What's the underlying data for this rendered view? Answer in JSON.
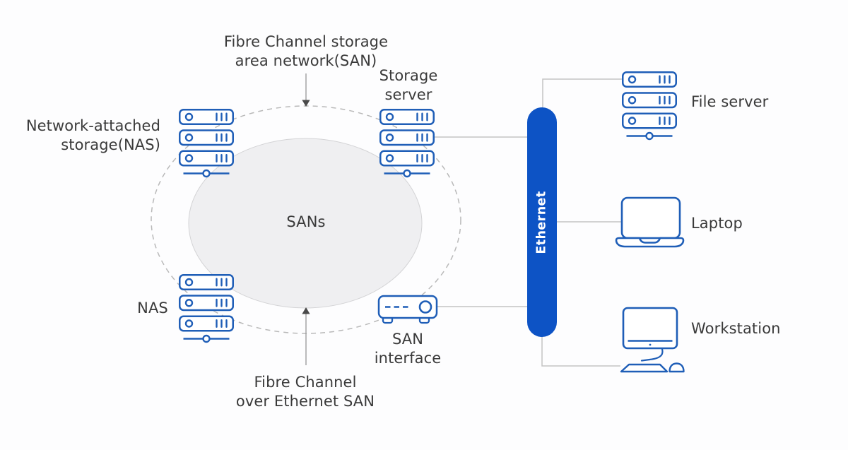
{
  "labels": {
    "fc_san": "Fibre Channel storage\narea network(SAN)",
    "storage_server": "Storage\nserver",
    "nas_full": "Network-attached\nstorage(NAS)",
    "nas_short": "NAS",
    "sans": "SANs",
    "san_interface": "SAN\ninterface",
    "fcoe_san": "Fibre Channel\nover Ethernet SAN",
    "ethernet": "Ethernet",
    "file_server": "File server",
    "laptop": "Laptop",
    "workstation": "Workstation"
  },
  "icons": {
    "server_stack": "three stacked rack servers with status light and vent bars, network node underneath",
    "san_interface": "switch appliance with dashed port lights, round port and two feet",
    "laptop": "open laptop outline",
    "workstation": "desktop monitor with keyboard and mouse",
    "arrow_down": "annotation arrow pointing down at SAN boundary",
    "arrow_up": "annotation arrow pointing up at SAN ellipse"
  },
  "colors": {
    "icon_blue": "#1f5eb7",
    "ethernet_bar_blue": "#0d53c5",
    "label_text": "#3a3a3a",
    "ethernet_label_text": "#ffffff",
    "connector_gray": "#c3c3c3",
    "dashed_boundary_gray": "#b9b9b9",
    "san_ellipse_fill": "#efeff1",
    "san_ellipse_stroke": "#d3d3d5",
    "background": "#fdfdfe"
  }
}
